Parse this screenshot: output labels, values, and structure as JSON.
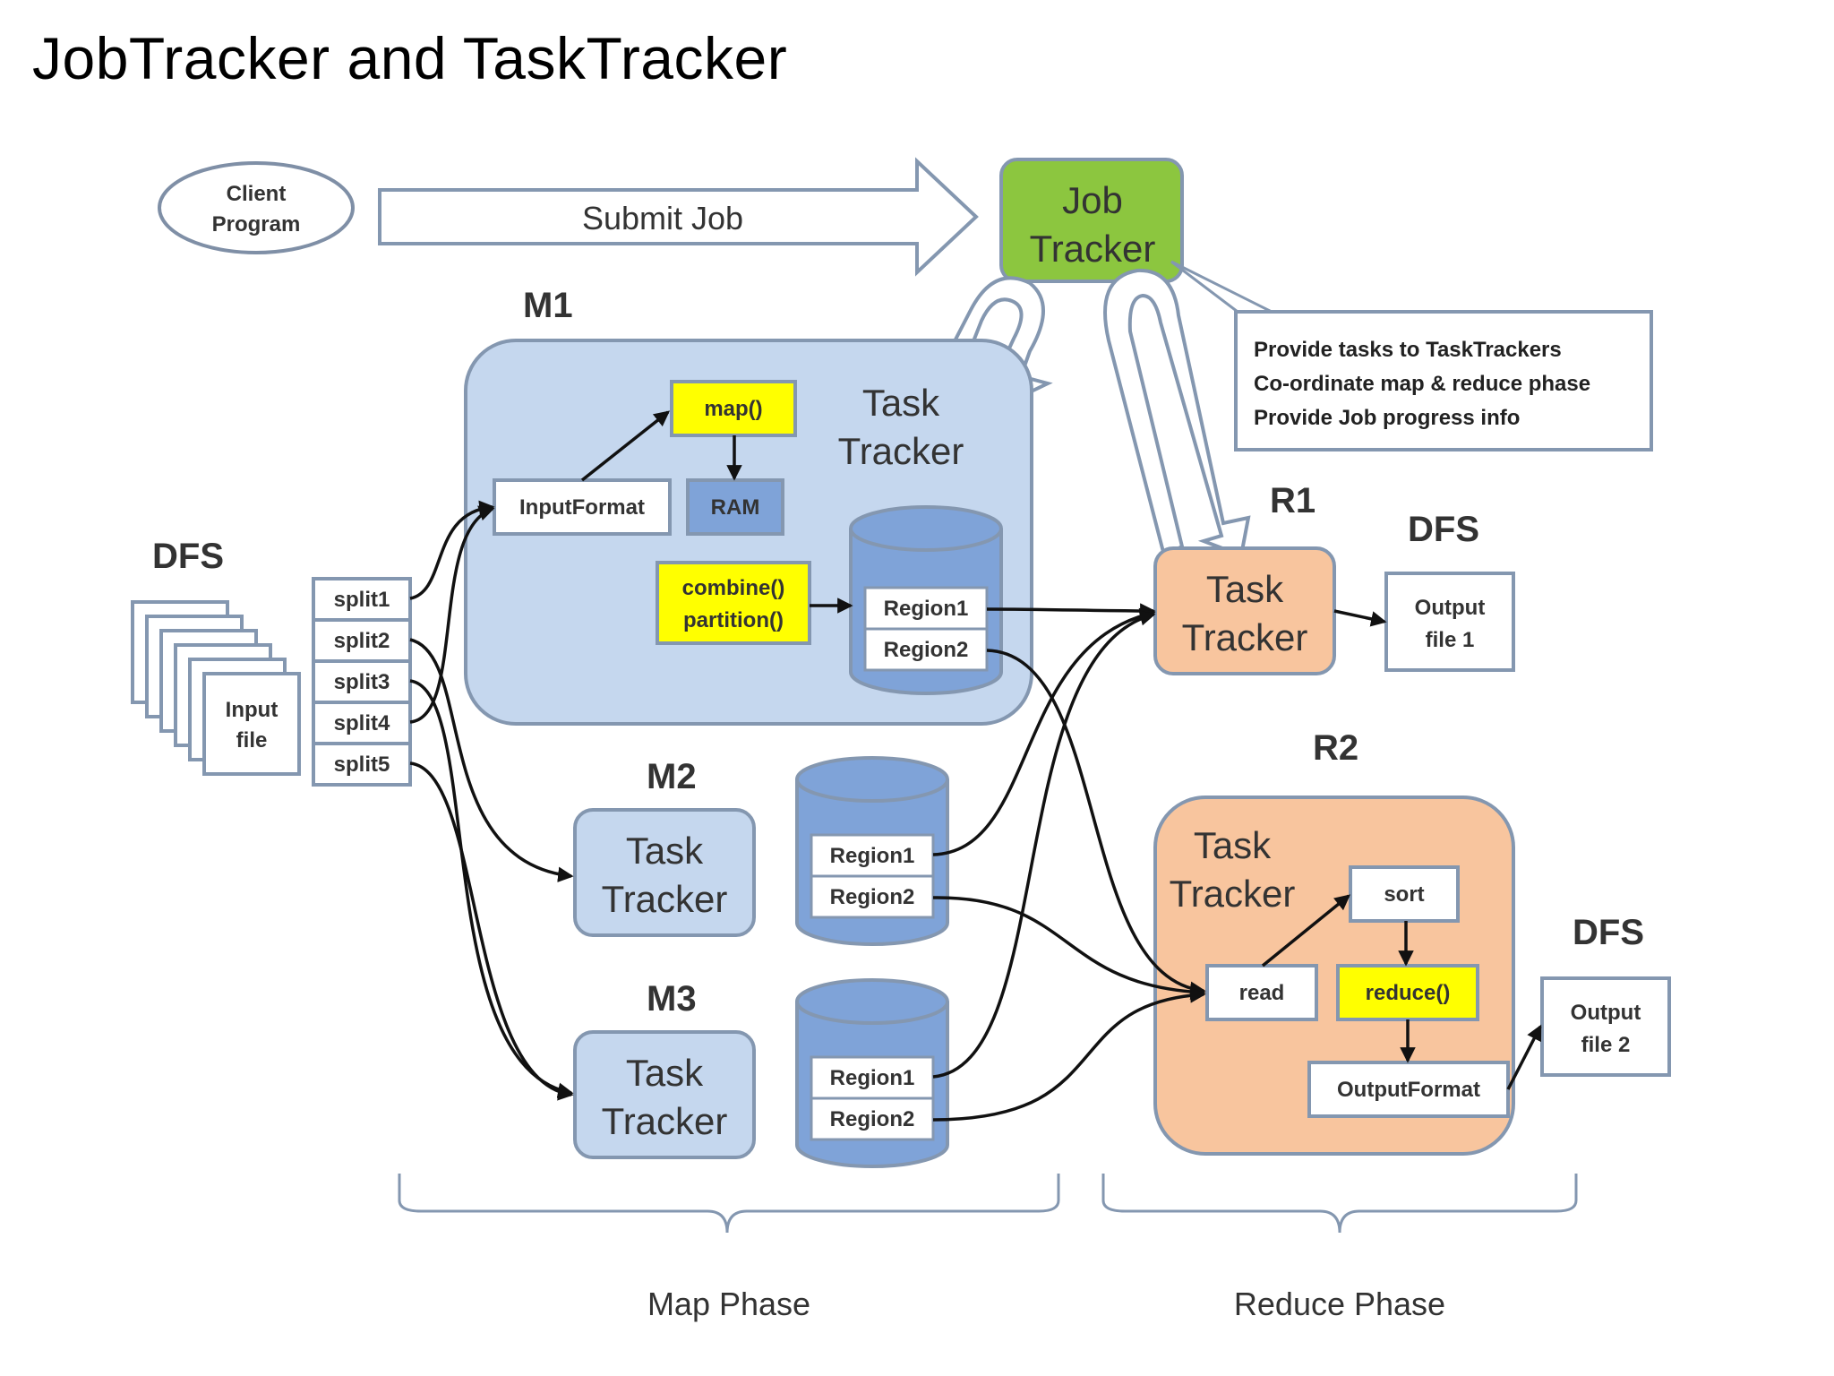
{
  "title": "JobTracker and TaskTracker",
  "client": {
    "line1": "Client",
    "line2": "Program"
  },
  "submit_job": "Submit Job",
  "job_tracker": {
    "line1": "Job",
    "line2": "Tracker"
  },
  "job_tracker_notes": [
    "Provide tasks to TaskTrackers",
    "Co-ordinate map & reduce phase",
    "Provide Job progress info"
  ],
  "dfs_label": "DFS",
  "input_file": {
    "line1": "Input",
    "line2": "file"
  },
  "splits": [
    "split1",
    "split2",
    "split3",
    "split4",
    "split5"
  ],
  "m1": {
    "label": "M1",
    "task_tracker": {
      "line1": "Task",
      "line2": "Tracker"
    },
    "input_format": "InputFormat",
    "map_fn": "map()",
    "ram": "RAM",
    "combine": "combine()",
    "partition": "partition()",
    "region1": "Region1",
    "region2": "Region2"
  },
  "m2": {
    "label": "M2",
    "task_tracker": {
      "line1": "Task",
      "line2": "Tracker"
    },
    "region1": "Region1",
    "region2": "Region2"
  },
  "m3": {
    "label": "M3",
    "task_tracker": {
      "line1": "Task",
      "line2": "Tracker"
    },
    "region1": "Region1",
    "region2": "Region2"
  },
  "r1": {
    "label": "R1",
    "task_tracker": {
      "line1": "Task",
      "line2": "Tracker"
    },
    "dfs_label": "DFS",
    "output": {
      "line1": "Output",
      "line2": "file 1"
    }
  },
  "r2": {
    "label": "R2",
    "task_tracker": {
      "line1": "Task",
      "line2": "Tracker"
    },
    "read": "read",
    "sort": "sort",
    "reduce_fn": "reduce()",
    "output_format": "OutputFormat",
    "dfs_label": "DFS",
    "output": {
      "line1": "Output",
      "line2": "file 2"
    }
  },
  "phases": {
    "map": "Map Phase",
    "reduce": "Reduce Phase"
  },
  "colors": {
    "job_tracker_green": "#8cc63f",
    "map_node_blue": "#c5d7ee",
    "region_cylinder_blue": "#7fa3d8",
    "reduce_node_orange": "#f8c59e",
    "highlight_yellow": "#ffff00",
    "border_gray_blue": "#8497b0"
  }
}
